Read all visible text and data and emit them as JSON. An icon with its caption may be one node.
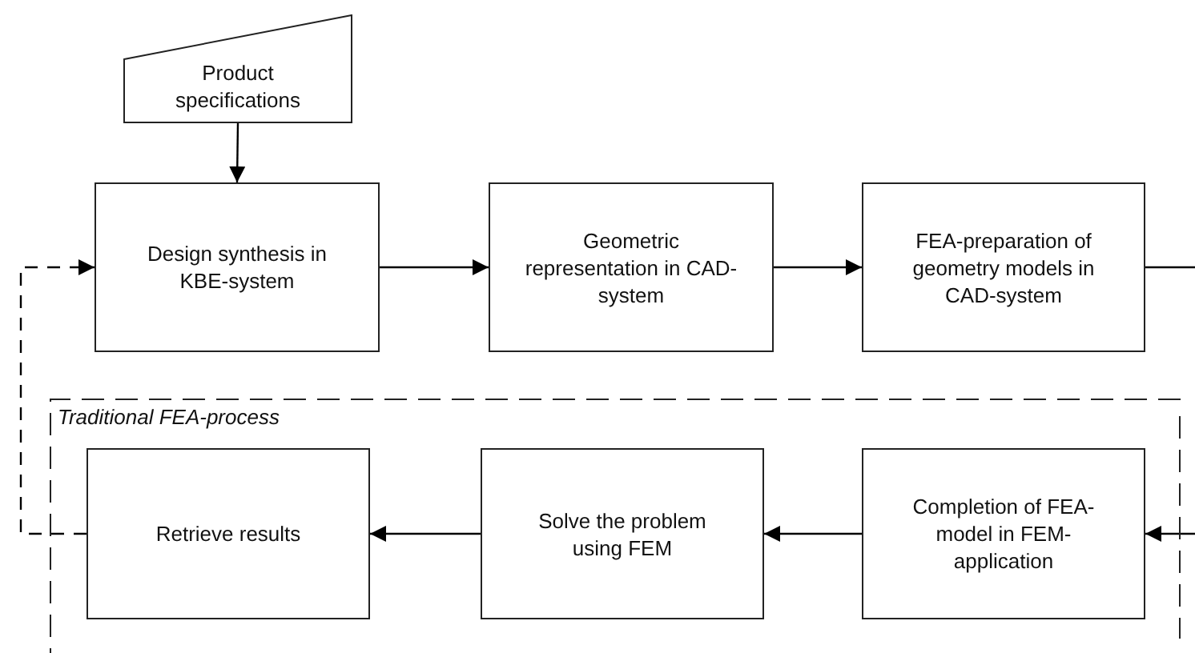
{
  "diagram": {
    "nodes": [
      {
        "text": [
          "Product specifications"
        ]
      },
      {
        "text": [
          "Design synthesis in KBE-system"
        ]
      },
      {
        "text": [
          "Geometric representation in CAD-system"
        ]
      },
      {
        "text": [
          "FEA-preparation of geometry models in CAD-system"
        ]
      },
      {
        "text": [
          "Traditional FEA-process"
        ]
      },
      {
        "text": [
          "Retrieve results"
        ],
        "in": 4
      },
      {
        "text": [
          "Solve the problem using FEM"
        ],
        "in": 4
      },
      {
        "text": [
          "Completion of FEA-model in FEM-application"
        ],
        "in": 4
      }
    ],
    "edges": [
      {
        "from": 0,
        "to": 1,
        "arrow": "to"
      },
      {
        "from": 1,
        "to": 2,
        "arrow": "to"
      },
      {
        "from": 2,
        "to": 3,
        "arrow": "to"
      },
      {
        "from": 3,
        "to": null,
        "arrow": "none"
      },
      {
        "from": null,
        "to": 7,
        "arrow": "to"
      },
      {
        "from": 7,
        "to": 6,
        "arrow": "to"
      },
      {
        "from": 6,
        "to": 5,
        "arrow": "to"
      },
      {
        "from": 5,
        "to": 1,
        "arrow": "to",
        "style": "dashed"
      }
    ]
  }
}
